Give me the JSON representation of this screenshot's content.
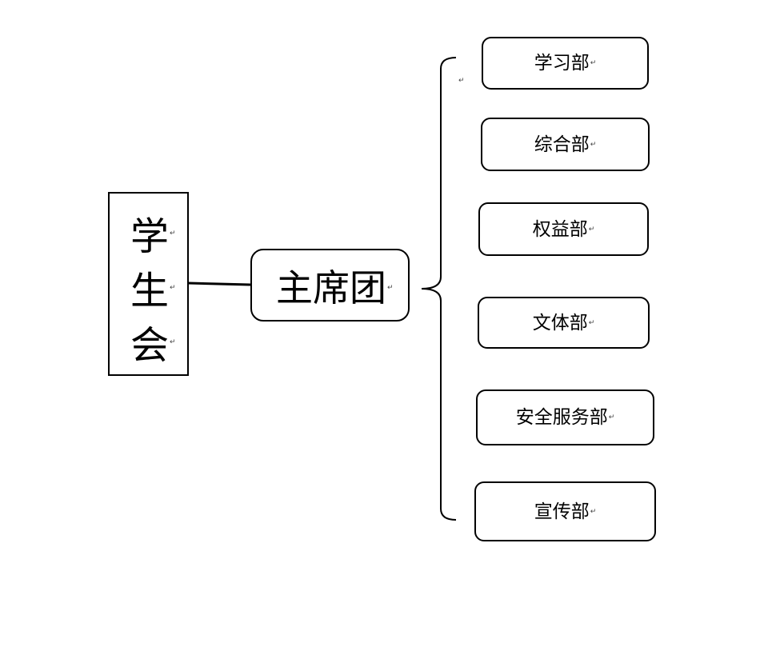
{
  "diagram": {
    "root": {
      "chars": [
        "学",
        "生",
        "会"
      ]
    },
    "middle": {
      "label": "主席团"
    },
    "departments": [
      {
        "label": "学习部"
      },
      {
        "label": "综合部"
      },
      {
        "label": "权益部"
      },
      {
        "label": "文体部"
      },
      {
        "label": "安全服务部"
      },
      {
        "label": "宣传部"
      }
    ],
    "paragraph_mark": "↵",
    "line_color": "#000000"
  }
}
